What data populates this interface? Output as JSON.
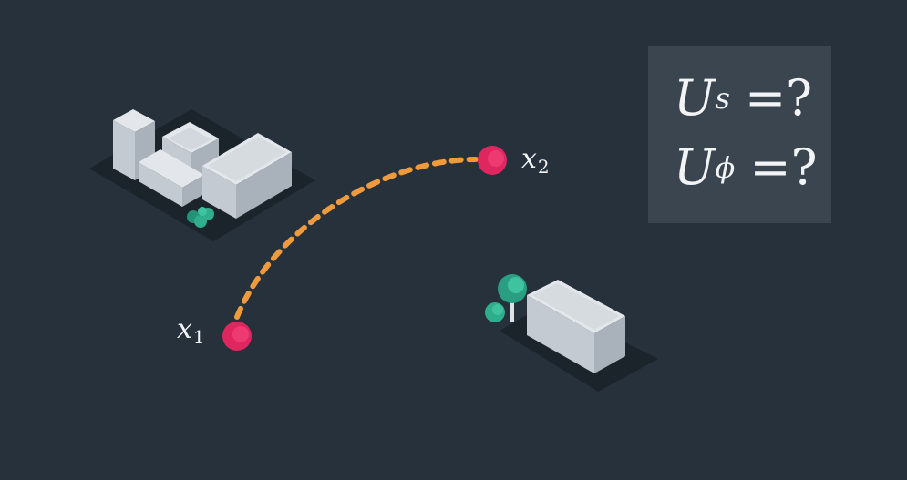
{
  "points": {
    "x1": {
      "symbol": "x",
      "index": "1",
      "color": "#e0265f"
    },
    "x2": {
      "symbol": "x",
      "index": "2",
      "color": "#e0265f"
    }
  },
  "trajectory": {
    "style": "dashed",
    "color": "#f09a3e"
  },
  "unknowns_panel": {
    "lines": [
      {
        "variable": "U",
        "subscript": "s",
        "rhs": "=?"
      },
      {
        "variable": "U",
        "subscript": "ϕ",
        "rhs": "=?"
      }
    ]
  },
  "colors": {
    "background": "#26313b",
    "panel": "#3a454f",
    "building_top": "#dfe3e8",
    "building_left": "#bfc6cf",
    "building_right": "#a9b1bb",
    "shadow": "#1b232b",
    "tree": "#2fae8c"
  }
}
